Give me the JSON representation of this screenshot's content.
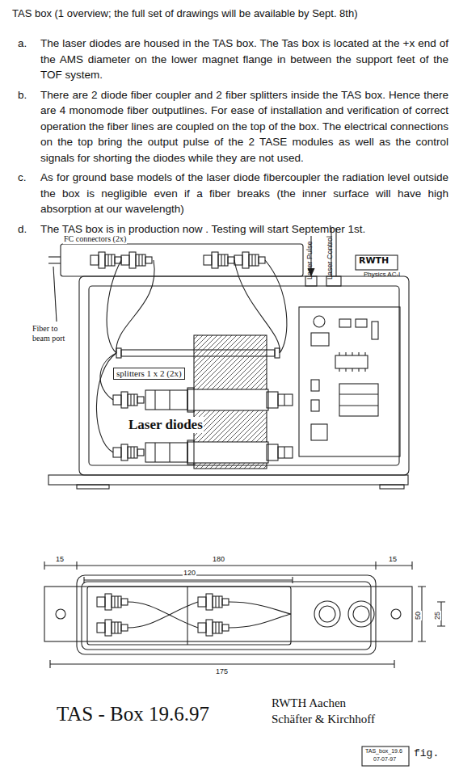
{
  "diagram": {
    "title": "TAS box (1 overview; the full set of drawings will be available by Sept. 8th)",
    "labels": [
      "a.",
      "The laser diodes are housed in the TAS box. The Tas box is located at the +x end of the AMS diameter on the lower magnet flange in between the support feet of the TOF system.",
      "b.",
      "There are 2 diode fiber coupler and 2 fiber splitters inside the TAS box. Hence there are 4 monomode fiber outputlines. For ease of installation and verification of correct operation the fiber lines are coupled on the top of the box. The electrical connections on the top bring the output pulse of the 2 TASE modules as well as the control signals for shorting the diodes while they are not used.",
      "c.",
      "As for ground base models of the laser diode fibercoupler the radiation level outside the box is negligible even if a fiber breaks (the inner surface will have high absorption at our wavelength)",
      "d.",
      "The TAS box is in production now . Testing will start September 1st.",
      "FC connectors (2x)",
      "Fiber to beam port",
      "splitters 1 x 2 (2x)",
      "Laser diodes",
      "Laser Pulse",
      "Laser Control",
      "RWTH",
      "Physics AC-I",
      "15",
      "180",
      "120",
      "15",
      "50",
      "25",
      "175",
      "TAS - Box 19.6.97",
      "RWTH Aachen",
      "Schäfter & Kirchhoff",
      "TAS_box_19.6",
      "07-07-97",
      "fig."
    ]
  }
}
